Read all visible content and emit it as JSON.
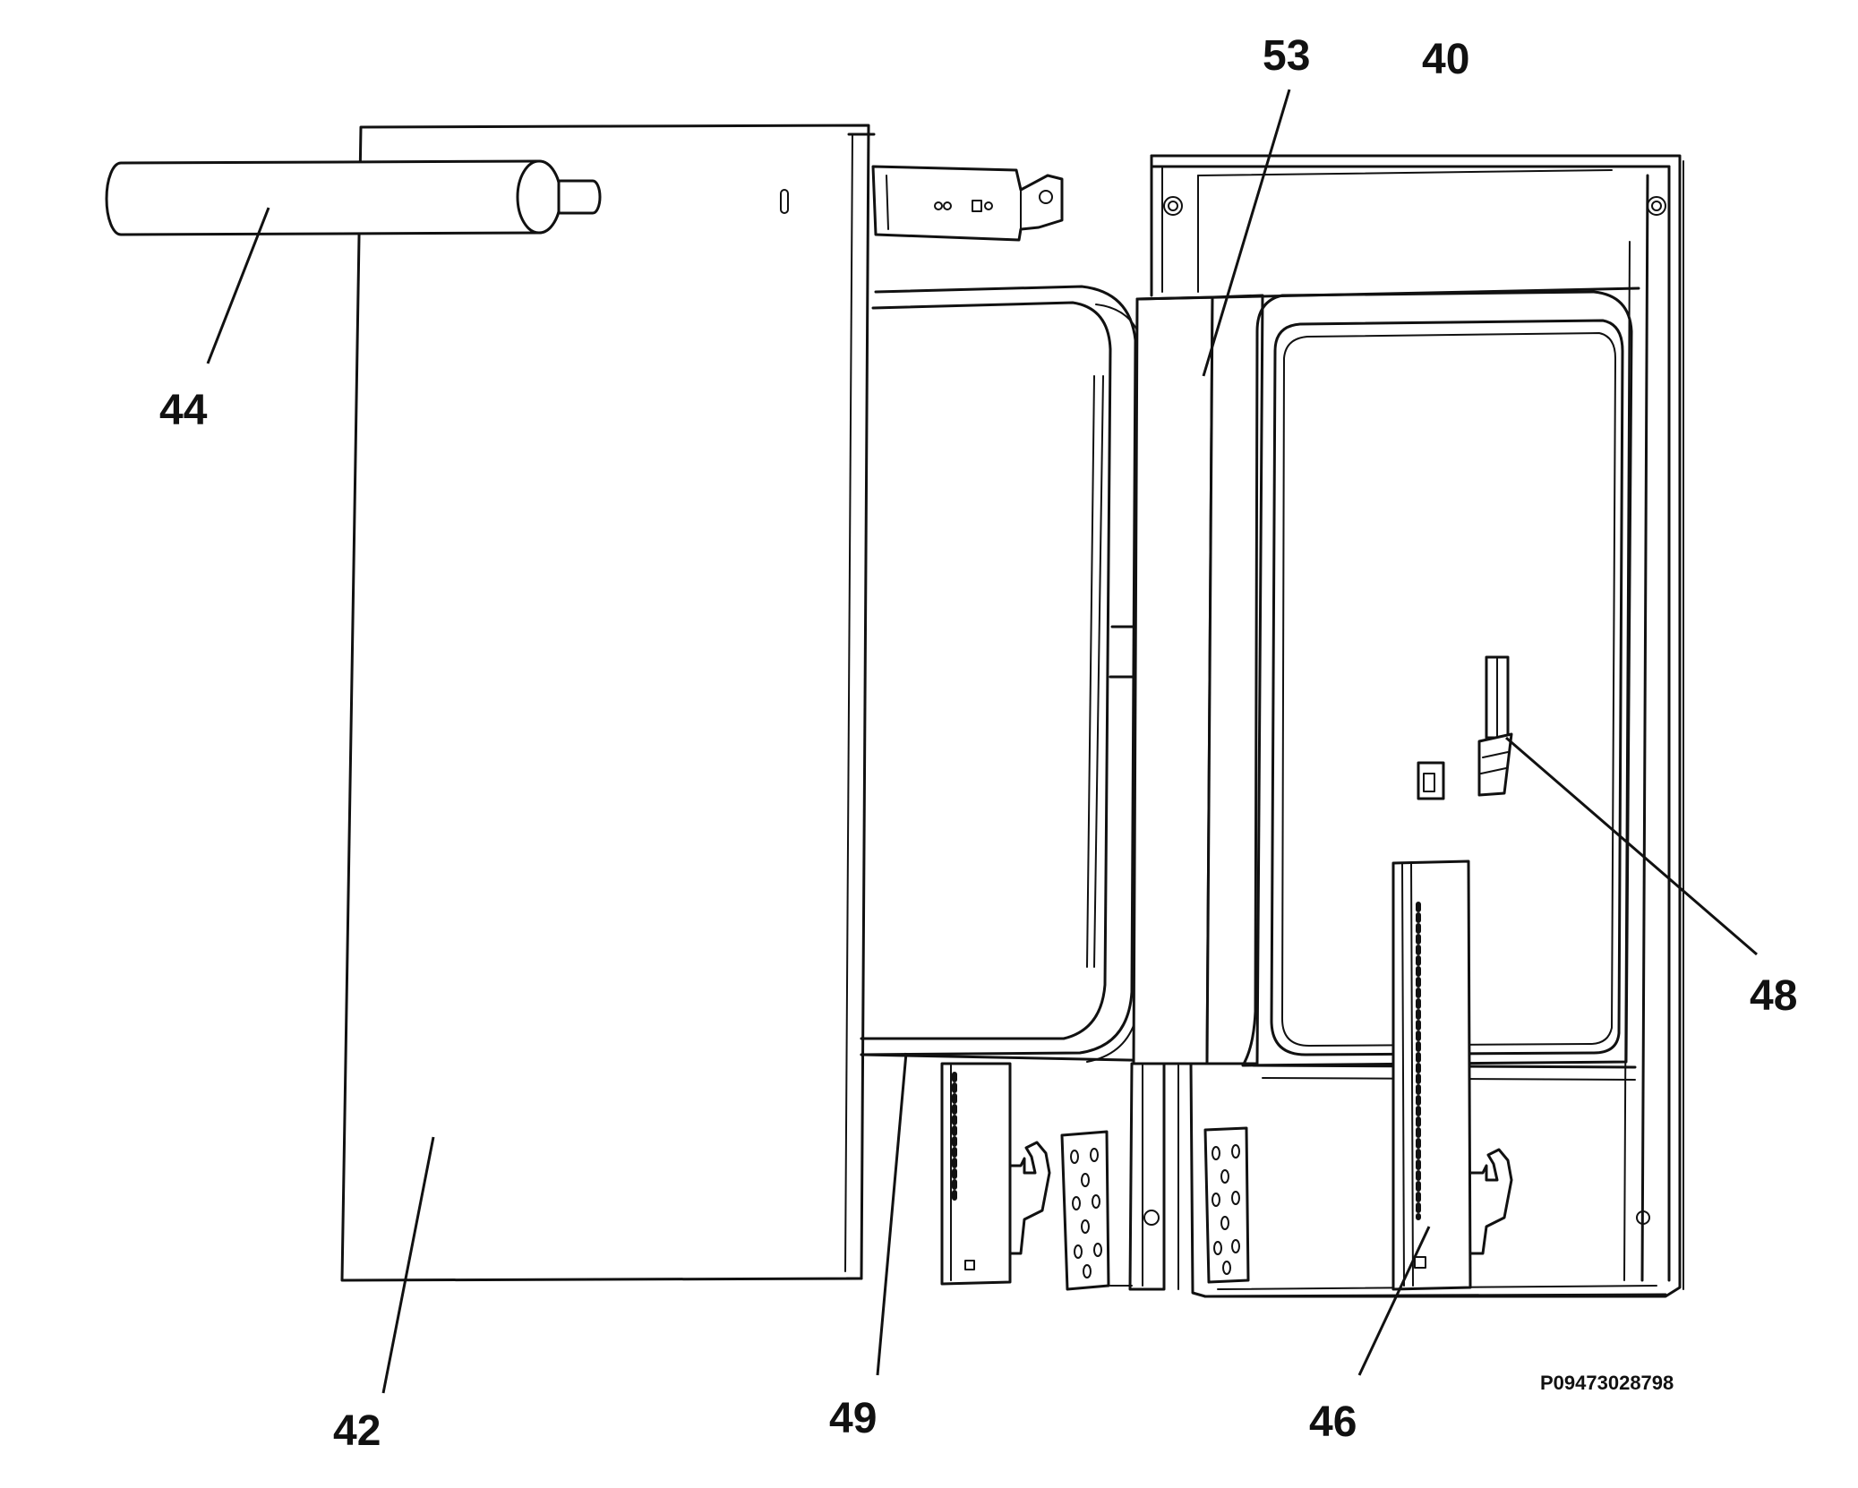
{
  "diagram": {
    "part_labels": [
      "44",
      "42",
      "49",
      "53",
      "40",
      "48",
      "46"
    ],
    "reference_code": "P09473028798"
  },
  "colors": {
    "line": "#111111",
    "background": "#ffffff"
  }
}
